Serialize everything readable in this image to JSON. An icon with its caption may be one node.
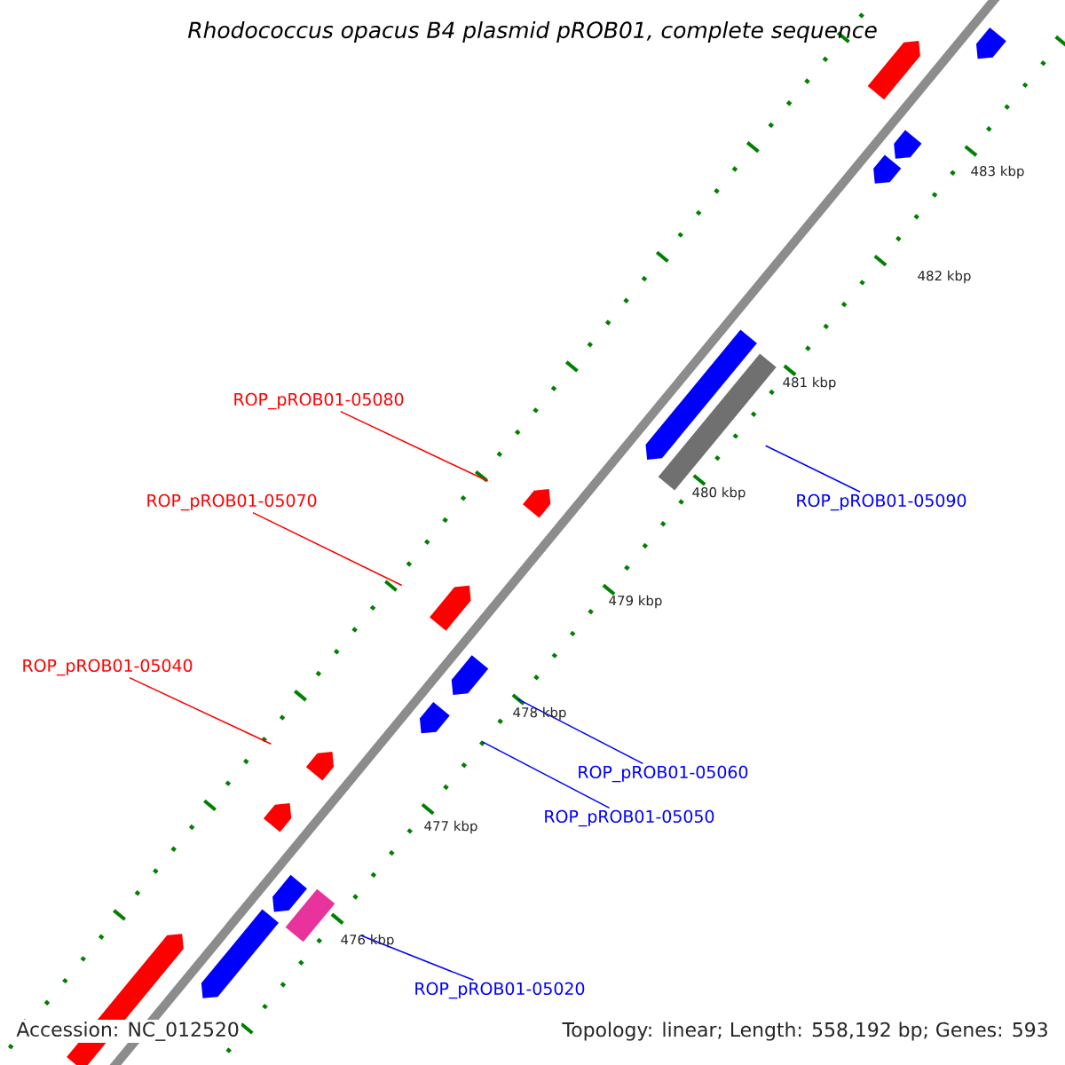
{
  "diagram": {
    "title": "Rhodococcus opacus B4 plasmid pROB01, complete sequence",
    "nodes": [
      {
        "text": [
          "ROP_pROB01-05080"
        ]
      },
      {
        "text": [
          "ROP_pROB01-05090"
        ]
      },
      {
        "text": [
          "ROP_pROB01-05070"
        ]
      },
      {
        "text": [
          "ROP_pROB01-05040"
        ]
      },
      {
        "text": [
          "ROP_pROB01-05060"
        ]
      },
      {
        "text": [
          "ROP_pROB01-05050"
        ]
      },
      {
        "text": [
          "ROP_pROB01-05020"
        ]
      },
      {
        "text": [],
        "shape": "arrow"
      },
      {
        "text": [],
        "shape": "arrow"
      },
      {
        "text": [],
        "shape": "arrow"
      },
      {
        "text": [],
        "shape": "arrow"
      },
      {
        "text": [],
        "shape": "arrow"
      },
      {
        "text": [],
        "shape": "bar"
      },
      {
        "text": [],
        "shape": "arrow"
      },
      {
        "text": [],
        "shape": "arrow"
      },
      {
        "text": [],
        "shape": "arrow"
      },
      {
        "text": [],
        "shape": "arrow"
      },
      {
        "text": [],
        "shape": "arrow"
      },
      {
        "text": [],
        "shape": "arrow"
      },
      {
        "text": [],
        "shape": "arrow"
      },
      {
        "text": [],
        "shape": "bar"
      },
      {
        "text": [],
        "shape": "arrow"
      },
      {
        "text": [],
        "shape": "arrow"
      }
    ],
    "edges": [
      {
        "from": 0,
        "to": 13,
        "arrow": "none",
        "color": "#ff0000"
      },
      {
        "from": 1,
        "to": 12,
        "arrow": "none"
      },
      {
        "from": 2,
        "to": 14,
        "arrow": "none",
        "color": "#ff0000"
      },
      {
        "from": 3,
        "to": 17,
        "arrow": "none",
        "color": "#ff0000"
      },
      {
        "from": 4,
        "to": 15,
        "arrow": "none"
      },
      {
        "from": 5,
        "to": 16,
        "arrow": "none"
      },
      {
        "from": 6,
        "to": 20,
        "arrow": "none"
      }
    ],
    "labels": [
      "483 kbp",
      "482 kbp",
      "481 kbp",
      "480 kbp",
      "479 kbp",
      "478 kbp",
      "477 kbp",
      "476 kbp",
      "Accession: NC_012520",
      "Topology: linear; Length: 558,192 bp; Genes: 593"
    ]
  }
}
